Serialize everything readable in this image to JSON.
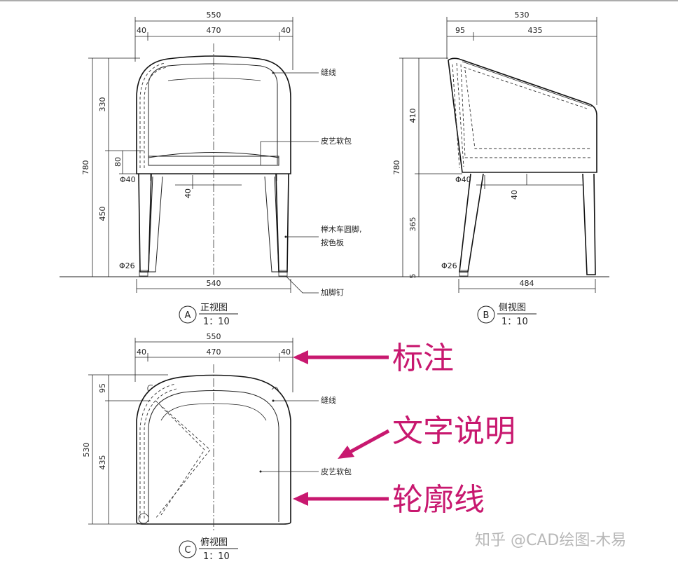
{
  "front_view": {
    "dims_top": {
      "overall": "550",
      "left": "40",
      "mid": "470",
      "right": "40"
    },
    "dims_left": {
      "overall": "780",
      "upper": "330",
      "seat": "80",
      "lower": "450"
    },
    "dims_misc": {
      "rail": "40",
      "phi_top": "Φ40",
      "phi_bottom": "Φ26",
      "bottom": "540"
    },
    "notes": {
      "stitch": "缝线",
      "leather": "皮艺软包",
      "leg_line1": "榉木车圆脚,",
      "leg_line2": "按色板",
      "nail": "加脚钉"
    },
    "title": {
      "letter": "A",
      "name": "正视图",
      "scale": "1：10"
    }
  },
  "side_view": {
    "dims_top": {
      "overall": "530",
      "left": "95",
      "right": "435"
    },
    "dims_left": {
      "overall": "780",
      "upper": "410",
      "lower": "365",
      "tiny": "5"
    },
    "dims_misc": {
      "rail": "40",
      "phi_top": "Φ40",
      "phi_bottom": "Φ26",
      "bottom": "484"
    },
    "title": {
      "letter": "B",
      "name": "侧视图",
      "scale": "1：10"
    }
  },
  "top_view": {
    "dims_top": {
      "overall": "550",
      "left": "40",
      "mid": "470",
      "right": "40"
    },
    "dims_left": {
      "overall": "530",
      "upper": "95",
      "lower": "435"
    },
    "notes": {
      "stitch": "缝线",
      "leather": "皮艺软包"
    },
    "title": {
      "letter": "C",
      "name": "俯视图",
      "scale": "1：10"
    }
  },
  "callouts": {
    "dimension": "标注",
    "text_note": "文字说明",
    "outline": "轮廓线"
  },
  "watermark": "知乎 @CAD绘图-木易",
  "colors": {
    "accent": "#c8186f",
    "line": "#222222"
  }
}
